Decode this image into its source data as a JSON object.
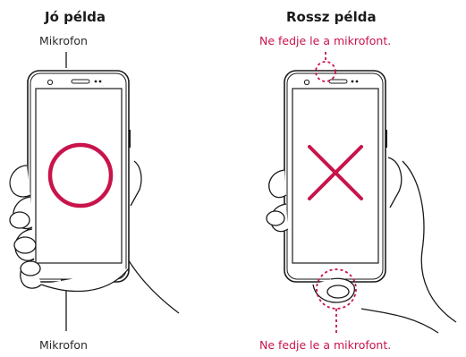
{
  "left_panel": {
    "title": "Jó példa",
    "top_label": "Mikrofon",
    "bottom_label": "Mikrofon",
    "symbol": "circle-icon"
  },
  "right_panel": {
    "title": "Rossz példa",
    "top_warning": "Ne fedje le a mikrofont.",
    "bottom_warning": "Ne fedje le a mikrofont.",
    "symbol": "cross-icon"
  },
  "colors": {
    "accent": "#c8144b",
    "outline": "#1a1a1a"
  }
}
